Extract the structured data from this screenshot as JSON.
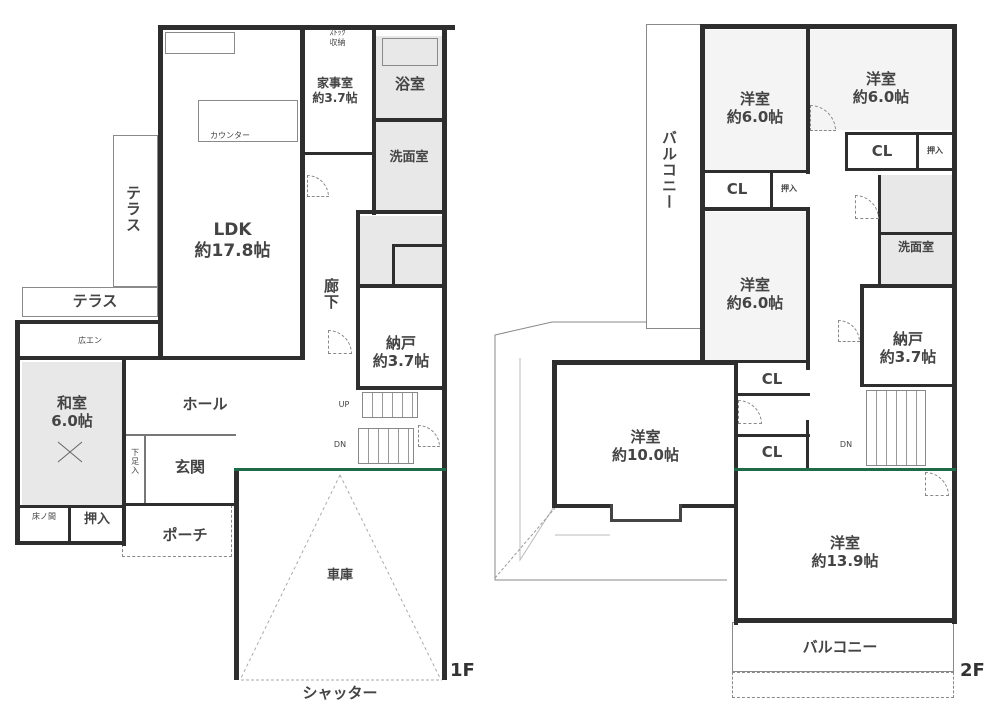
{
  "floor1": {
    "label": "1F",
    "rooms": {
      "ldk": {
        "name": "LDK",
        "size": "約17.8帖"
      },
      "kitchen_counter": "カウンター",
      "pantry_top": "ｽﾄｯｸ\n収納",
      "utility": {
        "name": "家事室",
        "size": "約3.7帖"
      },
      "bath": "浴室",
      "washroom": "洗面室",
      "terrace_vertical": "テラス",
      "terrace_horizontal": "テラス",
      "engawa": "広エン",
      "washitsu": {
        "name": "和室",
        "size": "6.0帖"
      },
      "hall": "ホール",
      "corridor": "廊下",
      "storage": {
        "name": "納戸",
        "size": "約3.7帖"
      },
      "entrance": "玄関",
      "shoe_storage": "下足入",
      "tokonoma": "床ノ間",
      "oshiire": "押入",
      "porch": "ポーチ",
      "garage": "車庫",
      "shutter": "シャッター",
      "stairs_up": "UP",
      "stairs_down": "DN"
    }
  },
  "floor2": {
    "label": "2F",
    "rooms": {
      "balcony_vertical": "バルコニー",
      "youshitsu_a": {
        "name": "洋室",
        "size": "約6.0帖"
      },
      "youshitsu_b": {
        "name": "洋室",
        "size": "約6.0帖"
      },
      "youshitsu_c": {
        "name": "洋室",
        "size": "約6.0帖"
      },
      "youshitsu_d": {
        "name": "洋室",
        "size": "約10.0帖"
      },
      "youshitsu_e": {
        "name": "洋室",
        "size": "約13.9帖"
      },
      "closet_a": "CL",
      "closet_b": "CL",
      "closet_c": "CL",
      "closet_d": "CL",
      "oshiire_a": "押入",
      "oshiire_b": "押入",
      "washroom": "洗面室",
      "storage": {
        "name": "納戸",
        "size": "約3.7帖"
      },
      "balcony_bottom": "バルコニー",
      "stairs_down": "DN"
    }
  },
  "colors": {
    "wall": "#2e2e2e",
    "fill_gray": "#e8e8e8",
    "divider_green": "#1e6b4a"
  }
}
